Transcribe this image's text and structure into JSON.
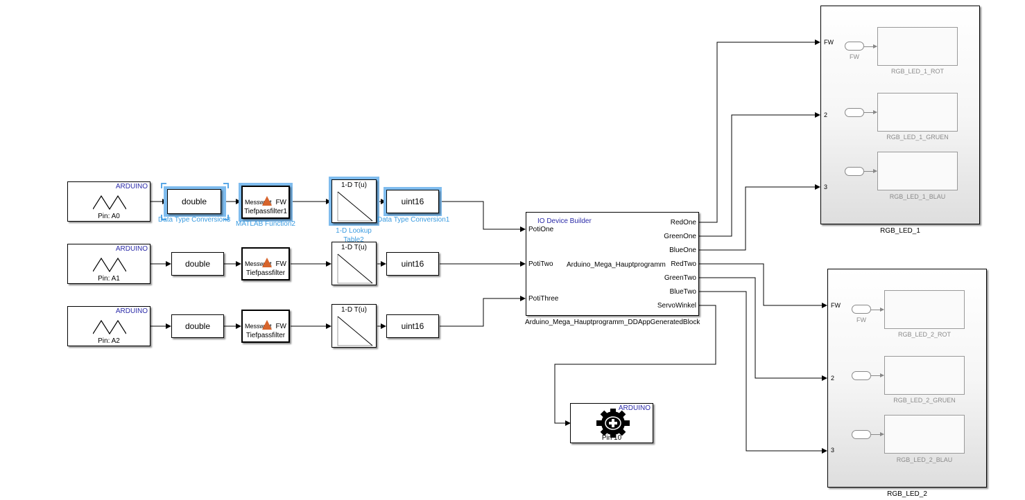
{
  "diagram": {
    "type": "simulink-model",
    "rows": [
      {
        "input": {
          "vendor": "ARDUINO",
          "pin": "Pin: A0",
          "icon": "sine-wave-icon"
        },
        "to_double": {
          "text": "double",
          "caption": "Data Type Conversion3",
          "selected": true
        },
        "filter": {
          "in_port": "Messwert",
          "out_port": "FW",
          "name": "Tiefpassfilter1",
          "caption": "MATLAB Function2",
          "selected": true,
          "icon": "matlab-logo-icon"
        },
        "lookup": {
          "title": "1-D T(u)",
          "caption": "1-D Lookup Table2",
          "selected": true
        },
        "to_uint": {
          "text": "uint16",
          "caption": "Data Type Conversion1",
          "selected": true
        }
      },
      {
        "input": {
          "vendor": "ARDUINO",
          "pin": "Pin: A1",
          "icon": "sine-wave-icon"
        },
        "to_double": {
          "text": "double",
          "caption": "",
          "selected": false
        },
        "filter": {
          "in_port": "Messwert",
          "out_port": "FW",
          "name": "Tiefpassfilter",
          "caption": "",
          "selected": false,
          "icon": "matlab-logo-icon"
        },
        "lookup": {
          "title": "1-D T(u)",
          "caption": "",
          "selected": false
        },
        "to_uint": {
          "text": "uint16",
          "caption": "",
          "selected": false
        }
      },
      {
        "input": {
          "vendor": "ARDUINO",
          "pin": "Pin: A2",
          "icon": "sine-wave-icon"
        },
        "to_double": {
          "text": "double",
          "caption": "",
          "selected": false
        },
        "filter": {
          "in_port": "Messwert",
          "out_port": "FW",
          "name": "Tiefpassfilter",
          "caption": "",
          "selected": false,
          "icon": "matlab-logo-icon"
        },
        "lookup": {
          "title": "1-D T(u)",
          "caption": "",
          "selected": false
        },
        "to_uint": {
          "text": "uint16",
          "caption": "",
          "selected": false
        }
      }
    ],
    "main_block": {
      "header": "IO Device Builder",
      "center_label": "Arduino_Mega_Hauptprogramm",
      "caption": "Arduino_Mega_Hauptprogramm_DDAppGeneratedBlock",
      "inputs": [
        "PotiOne",
        "PotiTwo",
        "PotiThree"
      ],
      "outputs": [
        "RedOne",
        "GreenOne",
        "BlueOne",
        "RedTwo",
        "GreenTwo",
        "BlueTwo",
        "ServoWinkel"
      ]
    },
    "servo": {
      "vendor": "ARDUINO",
      "pin": "Pin 10",
      "icon": "gear-icon"
    },
    "subsystems": [
      {
        "name": "RGB_LED_1",
        "ports": [
          "FW",
          "2",
          "3"
        ],
        "from_tag": "FW",
        "inner_blocks": [
          "RGB_LED_1_ROT",
          "RGB_LED_1_GRUEN",
          "RGB_LED_1_BLAU"
        ]
      },
      {
        "name": "RGB_LED_2",
        "ports": [
          "FW",
          "2",
          "3"
        ],
        "from_tag": "FW",
        "inner_blocks": [
          "RGB_LED_2_ROT",
          "RGB_LED_2_GRUEN",
          "RGB_LED_2_BLAU"
        ]
      }
    ],
    "colors": {
      "selection": "#7fbcee",
      "caption_selected": "#3a9be0",
      "arduino_label": "#2a2aa8",
      "wire": "#000000",
      "inner_gray": "#8a8a8a"
    }
  }
}
